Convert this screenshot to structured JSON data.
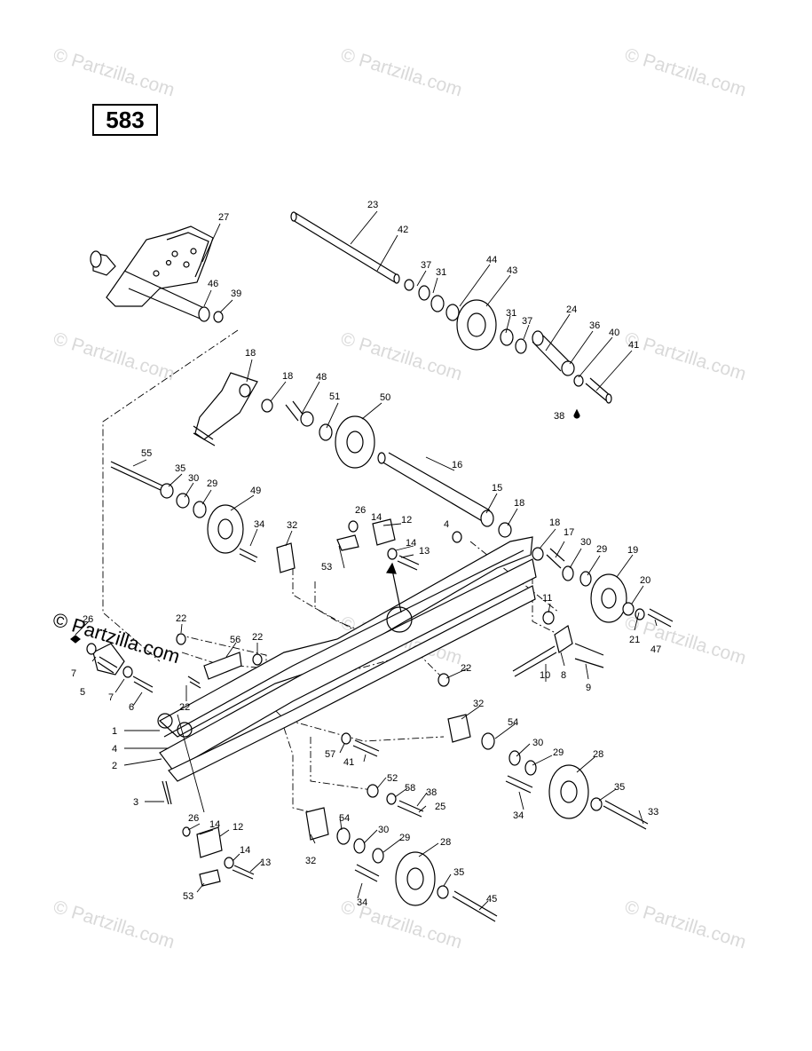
{
  "diagram": {
    "code": "583",
    "watermark": "© Partzilla.com",
    "watermark_colors": {
      "light": "#aaaaaa",
      "dark": "#000000"
    },
    "callouts": {
      "c1": "1",
      "c2": "2",
      "c3": "3",
      "c4a": "4",
      "c4b": "4",
      "c5": "5",
      "c6": "6",
      "c7a": "7",
      "c7b": "7",
      "c8": "8",
      "c9": "9",
      "c10": "10",
      "c11": "11",
      "c12a": "12",
      "c12b": "12",
      "c13a": "13",
      "c13b": "13",
      "c14a": "14",
      "c14b": "14",
      "c14c": "14",
      "c14d": "14",
      "c15": "15",
      "c16": "16",
      "c17": "17",
      "c18a": "18",
      "c18b": "18",
      "c18c": "18",
      "c18d": "18",
      "c19": "19",
      "c20": "20",
      "c21": "21",
      "c22a": "22",
      "c22b": "22",
      "c22c": "22",
      "c22d": "22",
      "c23": "23",
      "c24": "24",
      "c25": "25",
      "c26a": "26",
      "c26b": "26",
      "c26c": "26",
      "c27": "27",
      "c28a": "28",
      "c28b": "28",
      "c29a": "29",
      "c29b": "29",
      "c29c": "29",
      "c29d": "29",
      "c30a": "30",
      "c30b": "30",
      "c30c": "30",
      "c30d": "30",
      "c31a": "31",
      "c31b": "31",
      "c32a": "32",
      "c32b": "32",
      "c32c": "32",
      "c33": "33",
      "c34a": "34",
      "c34b": "34",
      "c34c": "34",
      "c35a": "35",
      "c35b": "35",
      "c35c": "35",
      "c36": "36",
      "c37a": "37",
      "c37b": "37",
      "c38a": "38",
      "c38b": "38",
      "c39": "39",
      "c40": "40",
      "c41a": "41",
      "c41b": "41",
      "c42": "42",
      "c43": "43",
      "c44": "44",
      "c45": "45",
      "c46": "46",
      "c47": "47",
      "c48": "48",
      "c49": "49",
      "c50": "50",
      "c51": "51",
      "c52": "52",
      "c53a": "53",
      "c53b": "53",
      "c54a": "54",
      "c54b": "54",
      "c55": "55",
      "c56": "56",
      "c57": "57",
      "c58": "58"
    }
  }
}
